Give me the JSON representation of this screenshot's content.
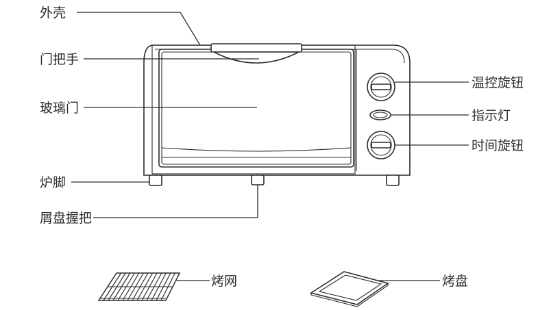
{
  "labels": {
    "shell": "外壳",
    "door_handle": "门把手",
    "glass_door": "玻璃门",
    "feet": "炉脚",
    "crumb_tray_handle": "屑盘握把",
    "temp_knob": "温控旋钮",
    "indicator": "指示灯",
    "timer_knob": "时间旋钮",
    "wire_rack": "烤网",
    "baking_tray": "烤盘"
  }
}
